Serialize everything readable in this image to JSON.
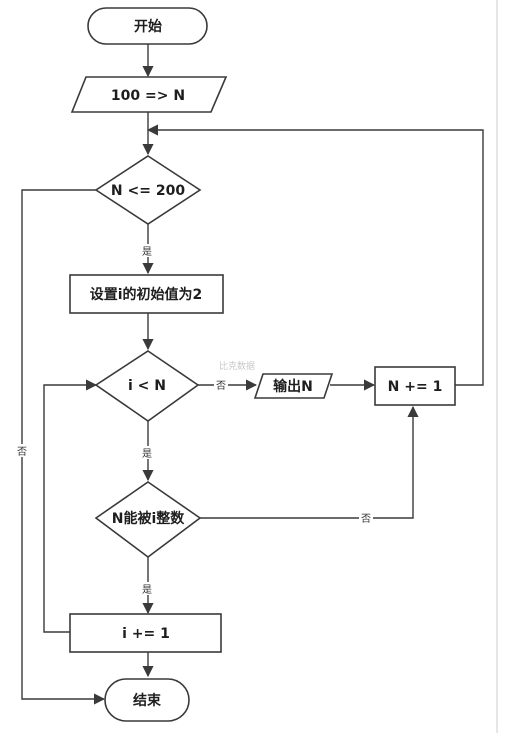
{
  "nodes": {
    "start": "开始",
    "input": "100 => N",
    "cond_n": "N <= 200",
    "init_i": "设置i的初始值为2",
    "cond_i": "i < N",
    "output": "输出N",
    "n_inc": "N += 1",
    "cond_div": "N能被i整数",
    "i_inc": "i += 1",
    "end": "结束"
  },
  "edges": {
    "yes": "是",
    "no": "否"
  },
  "watermark": "比克数据"
}
